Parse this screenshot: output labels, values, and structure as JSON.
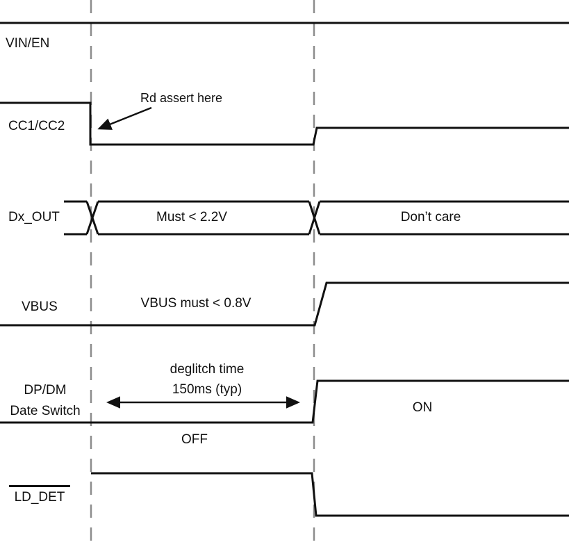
{
  "colors": {
    "signal": "#111111",
    "guide": "#8c8c8c",
    "background": "#ffffff",
    "text": "#111111"
  },
  "signals": {
    "vin_en": {
      "label": "VIN/EN",
      "waveform": "high throughout"
    },
    "cc": {
      "label": "CC1/CC2",
      "annotation": "Rd assert here",
      "waveform": "high, falls at guide 1, low, rises to mid-high at guide 2"
    },
    "dx_out": {
      "label": "Dx_OUT",
      "region1": "Must < 2.2V",
      "region2": "Don’t care",
      "waveform": "bus with crossovers at guide 1 and guide 2"
    },
    "vbus": {
      "label": "VBUS",
      "annotation": "VBUS must < 0.8V",
      "waveform": "low, ramps high just after guide 2"
    },
    "dp_dm": {
      "label_line1": "DP/DM",
      "label_line2": "Date Switch",
      "annotation_line1": "deglitch time",
      "annotation_line2": "150ms (typ)",
      "state_left": "OFF",
      "state_right": "ON",
      "waveform": "low (OFF) between guides, rises at guide 2 (ON)"
    },
    "ld_det": {
      "label": "LD_DET",
      "label_overline": true,
      "waveform": "high from guide 1 to guide 2, then falls low"
    }
  },
  "guides": {
    "count": 2,
    "style": "gray dashed vertical lines"
  }
}
